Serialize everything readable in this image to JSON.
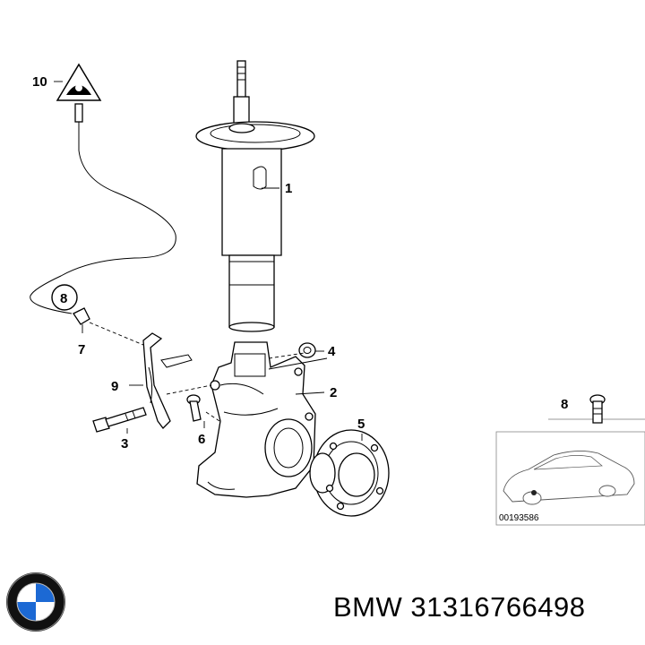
{
  "diagram": {
    "callouts": [
      {
        "id": "c1",
        "text": "1"
      },
      {
        "id": "c2",
        "text": "2"
      },
      {
        "id": "c3",
        "text": "3"
      },
      {
        "id": "c4",
        "text": "4"
      },
      {
        "id": "c5",
        "text": "5"
      },
      {
        "id": "c6",
        "text": "6"
      },
      {
        "id": "c7",
        "text": "7"
      },
      {
        "id": "c8",
        "text": "8"
      },
      {
        "id": "c9",
        "text": "9"
      },
      {
        "id": "c10",
        "text": "10"
      },
      {
        "id": "c8b",
        "text": "8"
      }
    ],
    "reference_number": "00193586",
    "badge_icon": "vehicle-warning-triangle-icon",
    "brand_logo": "bmw-roundel-icon",
    "brand_colors": {
      "blue": "#1c69d4",
      "white": "#ffffff",
      "ring": "#000000"
    }
  },
  "caption": "BMW 31316766498"
}
